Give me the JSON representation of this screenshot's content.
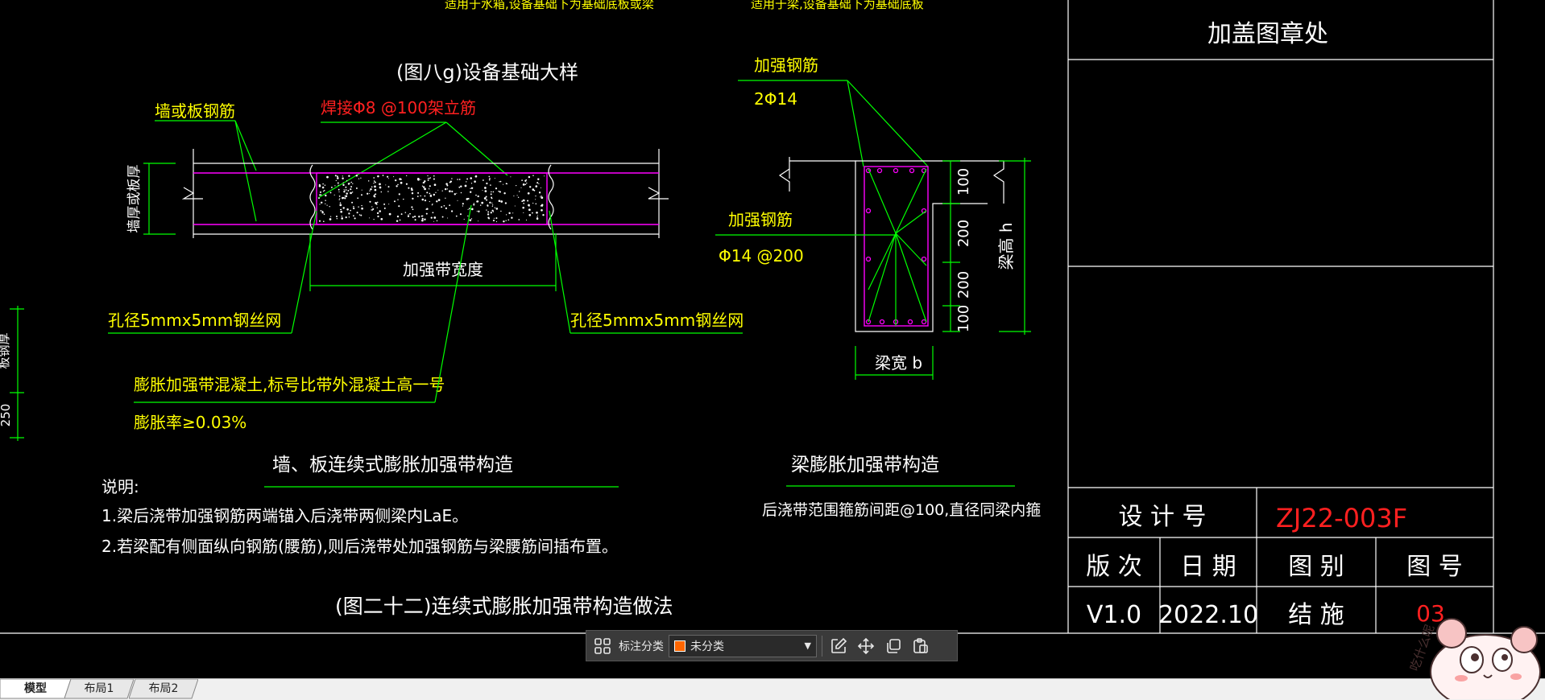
{
  "top_notes": {
    "left": "适用于水箱,设备基础下为基础底板或梁",
    "right": "适用于梁,设备基础下为基础底板"
  },
  "detail_g": {
    "title": "(图八g)设备基础大样",
    "wall_rebar": "墙或板钢筋",
    "weld_label": "焊接Φ8 @100架立筋",
    "thickness_label": "墙厚或板厚",
    "band_width": "加强带宽度",
    "mesh_left": "孔径5mmx5mm钢丝网",
    "mesh_right": "孔径5mmx5mm钢丝网",
    "concrete_note": "膨胀加强带混凝土,标号比带外混凝土高一号",
    "expansion_rate": "膨胀率≥0.03%",
    "section_title": "墙、板连续式膨胀加强带构造"
  },
  "left_edge": {
    "label_top": "板钢厚",
    "label_bottom": "250"
  },
  "beam_detail": {
    "rebar1_title": "加强钢筋",
    "rebar1_spec": "2Φ14",
    "rebar2_title": "加强钢筋",
    "rebar2_spec": "Φ14 @200",
    "dims": [
      "100",
      "200",
      "200",
      "100"
    ],
    "height_label": "梁高 h",
    "width_label": "梁宽 b",
    "section_title": "梁膨胀加强带构造",
    "stirrup_note": "后浇带范围箍筋间距@100,直径同梁内箍"
  },
  "notes": {
    "heading": "说明:",
    "line1": "1.梁后浇带加强钢筋两端锚入后浇带两侧梁内LaE。",
    "line2": "2.若梁配有侧面纵向钢筋(腰筋),则后浇带处加强钢筋与梁腰筋间插布置。",
    "figure_title": "(图二十二)连续式膨胀加强带构造做法"
  },
  "title_block": {
    "stamp_area": "加盖图章处",
    "design_no_label": "设 计 号",
    "design_no_value": "ZJ22-003F",
    "version_label": "版 次",
    "date_label": "日 期",
    "category_label": "图 别",
    "sheet_label": "图 号",
    "version_value": "V1.0",
    "date_value": "2022.10",
    "category_value": "结 施",
    "sheet_value": "03"
  },
  "toolbar": {
    "annotation_label": "标注分类",
    "category_value": "未分类",
    "category_color": "#ff6600"
  },
  "tabs": [
    "模型",
    "布局1",
    "布局2"
  ],
  "mascot": {
    "text": "吃什么呢"
  },
  "colors": {
    "background": "#000000",
    "text_yellow": "#ffff00",
    "line_green": "#00ff00",
    "line_magenta": "#ff00ff",
    "text_red": "#ff2020"
  }
}
